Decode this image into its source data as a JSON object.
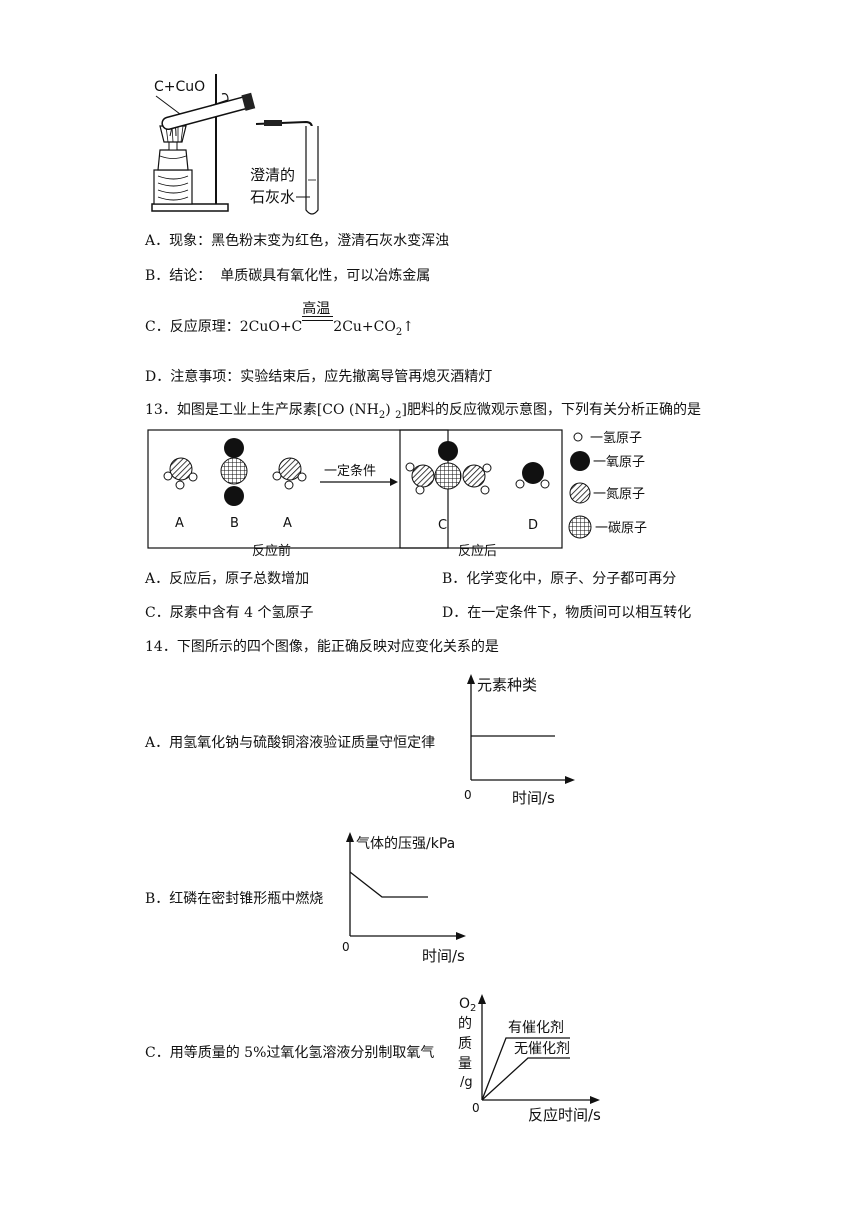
{
  "q12": {
    "apparatus": {
      "reagent_label": "C+CuO",
      "limewater_label_line1": "澄清的",
      "limewater_label_line2": "石灰水"
    },
    "options": [
      {
        "letter": "A．",
        "text": "现象：黑色粉末变为红色，澄清石灰水变浑浊"
      },
      {
        "letter": "B．",
        "text": "结论：  单质碳具有氧化性，可以冶炼金属"
      },
      {
        "letter": "C．",
        "text_before": "反应原理：2CuO+C",
        "condition": "高温",
        "text_after": "2Cu+CO",
        "sub": "2",
        "arrow": "↑"
      },
      {
        "letter": "D．",
        "text": "注意事项：实验结束后，应先撤离导管再熄灭酒精灯"
      }
    ]
  },
  "q13": {
    "stem_before": "13．如图是工业上生产尿素[CO (NH",
    "stem_sub1": "2",
    "stem_mid": ") ",
    "stem_sub2": "2",
    "stem_after": "]肥料的反应微观示意图，下列有关分析正确的是",
    "diagram": {
      "before_labels": [
        "A",
        "B",
        "A"
      ],
      "after_labels": [
        "C",
        "D"
      ],
      "arrow_label": "一定条件",
      "caption_before": "反应前",
      "caption_after": "反应后",
      "legend": [
        {
          "key": "hydrogen",
          "label": "一氢原子"
        },
        {
          "key": "oxygen",
          "label": "一氧原子"
        },
        {
          "key": "nitrogen",
          "label": "一氮原子"
        },
        {
          "key": "carbon",
          "label": "一碳原子"
        }
      ]
    },
    "options": [
      {
        "letter": "A．",
        "text": "反应后，原子总数增加"
      },
      {
        "letter": "B．",
        "text": "化学变化中，原子、分子都可再分"
      },
      {
        "letter": "C．",
        "text": "尿素中含有 4 个氢原子"
      },
      {
        "letter": "D．",
        "text": "在一定条件下，物质间可以相互转化"
      }
    ]
  },
  "q14": {
    "stem": "14．下图所示的四个图像，能正确反映对应变化关系的是",
    "options": [
      {
        "letter": "A．",
        "text": "用氢氧化钠与硫酸铜溶液验证质量守恒定律"
      },
      {
        "letter": "B．",
        "text": "红磷在密封锥形瓶中燃烧"
      },
      {
        "letter": "C．",
        "text": "用等质量的 5%过氧化氢溶液分别制取氧气"
      }
    ],
    "graphs": {
      "a": {
        "ylabel": "元素种类",
        "xlabel": "时间/s",
        "origin": "0"
      },
      "b": {
        "ylabel": "气体的压强/kPa",
        "xlabel": "时间/s",
        "origin": "0"
      },
      "c": {
        "ylabel_lines": [
          "O",
          "的",
          "质",
          "量",
          "/g"
        ],
        "ylabel_sub": "2",
        "xlabel": "反应时间/s",
        "origin": "0",
        "series": [
          "有催化剂",
          "无催化剂"
        ]
      }
    }
  }
}
